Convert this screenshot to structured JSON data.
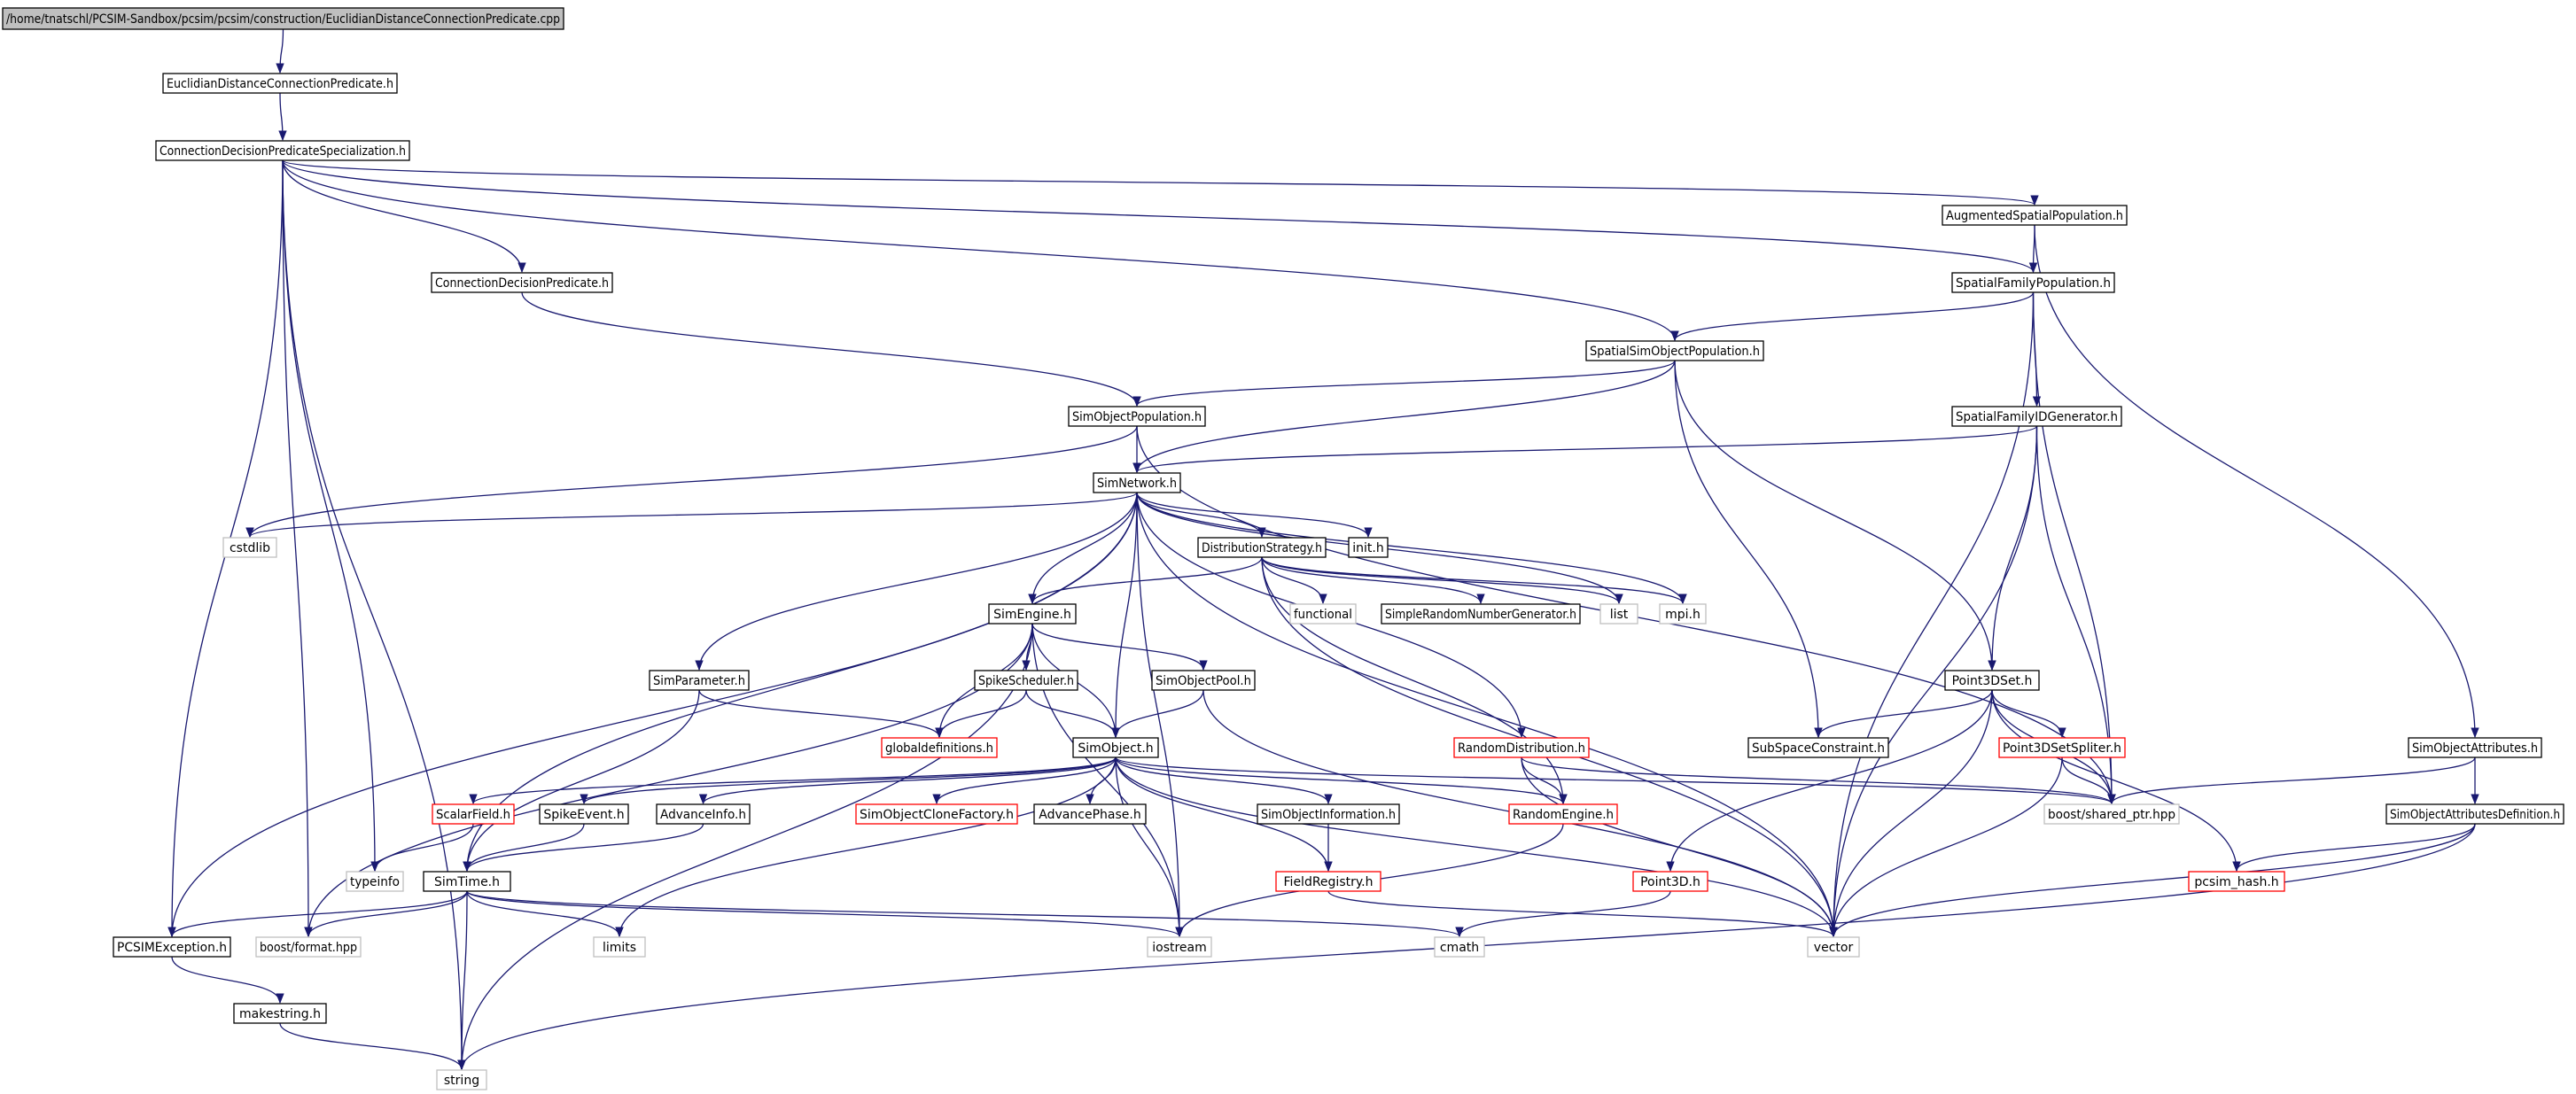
{
  "colors": {
    "edge": "#191970",
    "box_normal": "#000000",
    "box_truncated": "#ff0000",
    "box_external": "#bfbfbf",
    "box_root_fill": "#bfbfbf"
  },
  "nodes": [
    {
      "id": "root",
      "label": "/home/tnatschl/PCSIM-Sandbox/pcsim/pcsim/construction/EuclidianDistanceConnectionPredicate.cpp",
      "style": "root"
    },
    {
      "id": "edcp",
      "label": "EuclidianDistanceConnectionPredicate.h",
      "style": "normal"
    },
    {
      "id": "cdps",
      "label": "ConnectionDecisionPredicateSpecialization.h",
      "style": "normal"
    },
    {
      "id": "asp",
      "label": "AugmentedSpatialPopulation.h",
      "style": "normal"
    },
    {
      "id": "cdp",
      "label": "ConnectionDecisionPredicate.h",
      "style": "normal"
    },
    {
      "id": "sfp",
      "label": "SpatialFamilyPopulation.h",
      "style": "normal"
    },
    {
      "id": "ssop",
      "label": "SpatialSimObjectPopulation.h",
      "style": "normal"
    },
    {
      "id": "sop",
      "label": "SimObjectPopulation.h",
      "style": "normal"
    },
    {
      "id": "sfidg",
      "label": "SpatialFamilyIDGenerator.h",
      "style": "normal"
    },
    {
      "id": "simnet",
      "label": "SimNetwork.h",
      "style": "normal"
    },
    {
      "id": "cstdlib",
      "label": "cstdlib",
      "style": "external"
    },
    {
      "id": "diststrat",
      "label": "DistributionStrategy.h",
      "style": "normal"
    },
    {
      "id": "init",
      "label": "init.h",
      "style": "normal"
    },
    {
      "id": "simengine",
      "label": "SimEngine.h",
      "style": "normal"
    },
    {
      "id": "functional",
      "label": "functional",
      "style": "external"
    },
    {
      "id": "srng",
      "label": "SimpleRandomNumberGenerator.h",
      "style": "normal"
    },
    {
      "id": "list",
      "label": "list",
      "style": "external"
    },
    {
      "id": "mpi",
      "label": "mpi.h",
      "style": "external"
    },
    {
      "id": "simparam",
      "label": "SimParameter.h",
      "style": "normal"
    },
    {
      "id": "spikesched",
      "label": "SpikeScheduler.h",
      "style": "normal"
    },
    {
      "id": "simobjpool",
      "label": "SimObjectPool.h",
      "style": "normal"
    },
    {
      "id": "point3dset",
      "label": "Point3DSet.h",
      "style": "normal"
    },
    {
      "id": "globaldefs",
      "label": "globaldefinitions.h",
      "style": "truncated"
    },
    {
      "id": "simobject",
      "label": "SimObject.h",
      "style": "normal"
    },
    {
      "id": "randdist",
      "label": "RandomDistribution.h",
      "style": "truncated"
    },
    {
      "id": "subspace",
      "label": "SubSpaceConstraint.h",
      "style": "normal"
    },
    {
      "id": "p3dsplitter",
      "label": "Point3DSetSpliter.h",
      "style": "truncated"
    },
    {
      "id": "soattr",
      "label": "SimObjectAttributes.h",
      "style": "normal"
    },
    {
      "id": "scalarfield",
      "label": "ScalarField.h",
      "style": "truncated"
    },
    {
      "id": "spikeevent",
      "label": "SpikeEvent.h",
      "style": "normal"
    },
    {
      "id": "advinfo",
      "label": "AdvanceInfo.h",
      "style": "normal"
    },
    {
      "id": "socf",
      "label": "SimObjectCloneFactory.h",
      "style": "truncated"
    },
    {
      "id": "advphase",
      "label": "AdvancePhase.h",
      "style": "normal"
    },
    {
      "id": "soinfo",
      "label": "SimObjectInformation.h",
      "style": "normal"
    },
    {
      "id": "randengine",
      "label": "RandomEngine.h",
      "style": "truncated"
    },
    {
      "id": "sharedptr",
      "label": "boost/shared_ptr.hpp",
      "style": "external"
    },
    {
      "id": "soattrdef",
      "label": "SimObjectAttributesDefinition.h",
      "style": "normal"
    },
    {
      "id": "typeinfo",
      "label": "typeinfo",
      "style": "external"
    },
    {
      "id": "simtime",
      "label": "SimTime.h",
      "style": "normal"
    },
    {
      "id": "fieldreg",
      "label": "FieldRegistry.h",
      "style": "truncated"
    },
    {
      "id": "point3d",
      "label": "Point3D.h",
      "style": "truncated"
    },
    {
      "id": "pcsimhash",
      "label": "pcsim_hash.h",
      "style": "truncated"
    },
    {
      "id": "pcsimexc",
      "label": "PCSIMException.h",
      "style": "normal"
    },
    {
      "id": "bformat",
      "label": "boost/format.hpp",
      "style": "external"
    },
    {
      "id": "limits",
      "label": "limits",
      "style": "external"
    },
    {
      "id": "iostream",
      "label": "iostream",
      "style": "external"
    },
    {
      "id": "cmath",
      "label": "cmath",
      "style": "external"
    },
    {
      "id": "vector",
      "label": "vector",
      "style": "external"
    },
    {
      "id": "makestring",
      "label": "makestring.h",
      "style": "normal"
    },
    {
      "id": "string",
      "label": "string",
      "style": "external"
    }
  ],
  "edges": [
    [
      "root",
      "edcp"
    ],
    [
      "edcp",
      "cdps"
    ],
    [
      "cdps",
      "asp"
    ],
    [
      "cdps",
      "cdp"
    ],
    [
      "cdps",
      "sfp"
    ],
    [
      "cdps",
      "ssop"
    ],
    [
      "cdps",
      "string"
    ],
    [
      "cdps",
      "pcsimexc"
    ],
    [
      "cdps",
      "bformat"
    ],
    [
      "cdps",
      "typeinfo"
    ],
    [
      "asp",
      "sfp"
    ],
    [
      "asp",
      "soattr"
    ],
    [
      "cdp",
      "sop"
    ],
    [
      "sfp",
      "ssop"
    ],
    [
      "sfp",
      "sfidg"
    ],
    [
      "sfp",
      "sharedptr"
    ],
    [
      "sfp",
      "vector"
    ],
    [
      "ssop",
      "sop"
    ],
    [
      "ssop",
      "simnet"
    ],
    [
      "ssop",
      "point3dset"
    ],
    [
      "ssop",
      "subspace"
    ],
    [
      "sop",
      "simnet"
    ],
    [
      "sop",
      "cstdlib"
    ],
    [
      "sop",
      "sharedptr"
    ],
    [
      "sfidg",
      "simnet"
    ],
    [
      "sfidg",
      "point3dset"
    ],
    [
      "sfidg",
      "sharedptr"
    ],
    [
      "sfidg",
      "vector"
    ],
    [
      "simnet",
      "cstdlib"
    ],
    [
      "simnet",
      "diststrat"
    ],
    [
      "simnet",
      "init"
    ],
    [
      "simnet",
      "simengine"
    ],
    [
      "simnet",
      "simparam"
    ],
    [
      "simnet",
      "simobject"
    ],
    [
      "simnet",
      "randdist"
    ],
    [
      "simnet",
      "mpi"
    ],
    [
      "simnet",
      "vector"
    ],
    [
      "simnet",
      "pcsimexc"
    ],
    [
      "simnet",
      "simtime"
    ],
    [
      "simnet",
      "iostream"
    ],
    [
      "simnet",
      "list"
    ],
    [
      "diststrat",
      "simengine"
    ],
    [
      "diststrat",
      "functional"
    ],
    [
      "diststrat",
      "srng"
    ],
    [
      "diststrat",
      "list"
    ],
    [
      "diststrat",
      "mpi"
    ],
    [
      "diststrat",
      "randengine"
    ],
    [
      "diststrat",
      "vector"
    ],
    [
      "simengine",
      "spikesched"
    ],
    [
      "simengine",
      "simobjpool"
    ],
    [
      "simengine",
      "globaldefs"
    ],
    [
      "simengine",
      "simobject"
    ],
    [
      "simengine",
      "bformat"
    ],
    [
      "simengine",
      "string"
    ],
    [
      "simengine",
      "iostream"
    ],
    [
      "simparam",
      "globaldefs"
    ],
    [
      "simparam",
      "simtime"
    ],
    [
      "spikesched",
      "globaldefs"
    ],
    [
      "spikesched",
      "simobject"
    ],
    [
      "simobjpool",
      "simobject"
    ],
    [
      "simobjpool",
      "vector"
    ],
    [
      "point3dset",
      "subspace"
    ],
    [
      "point3dset",
      "p3dsplitter"
    ],
    [
      "point3dset",
      "sharedptr"
    ],
    [
      "point3dset",
      "point3d"
    ],
    [
      "point3dset",
      "vector"
    ],
    [
      "point3dset",
      "pcsimhash"
    ],
    [
      "simobject",
      "scalarfield"
    ],
    [
      "simobject",
      "spikeevent"
    ],
    [
      "simobject",
      "advinfo"
    ],
    [
      "simobject",
      "socf"
    ],
    [
      "simobject",
      "advphase"
    ],
    [
      "simobject",
      "soinfo"
    ],
    [
      "simobject",
      "randengine"
    ],
    [
      "simobject",
      "fieldreg"
    ],
    [
      "simobject",
      "sharedptr"
    ],
    [
      "simobject",
      "limits"
    ],
    [
      "simobject",
      "iostream"
    ],
    [
      "simobject",
      "vector"
    ],
    [
      "randdist",
      "randengine"
    ],
    [
      "randdist",
      "sharedptr"
    ],
    [
      "randdist",
      "vector"
    ],
    [
      "p3dsplitter",
      "sharedptr"
    ],
    [
      "p3dsplitter",
      "vector"
    ],
    [
      "soattr",
      "sharedptr"
    ],
    [
      "soattr",
      "soattrdef"
    ],
    [
      "scalarfield",
      "typeinfo"
    ],
    [
      "spikeevent",
      "simtime"
    ],
    [
      "advinfo",
      "simtime"
    ],
    [
      "soinfo",
      "fieldreg"
    ],
    [
      "randengine",
      "iostream"
    ],
    [
      "soattrdef",
      "pcsimhash"
    ],
    [
      "soattrdef",
      "vector"
    ],
    [
      "soattrdef",
      "string"
    ],
    [
      "simtime",
      "pcsimexc"
    ],
    [
      "simtime",
      "bformat"
    ],
    [
      "simtime",
      "limits"
    ],
    [
      "simtime",
      "iostream"
    ],
    [
      "simtime",
      "cmath"
    ],
    [
      "simtime",
      "string"
    ],
    [
      "fieldreg",
      "vector"
    ],
    [
      "point3d",
      "cmath"
    ],
    [
      "pcsimexc",
      "makestring"
    ],
    [
      "makestring",
      "string"
    ]
  ]
}
